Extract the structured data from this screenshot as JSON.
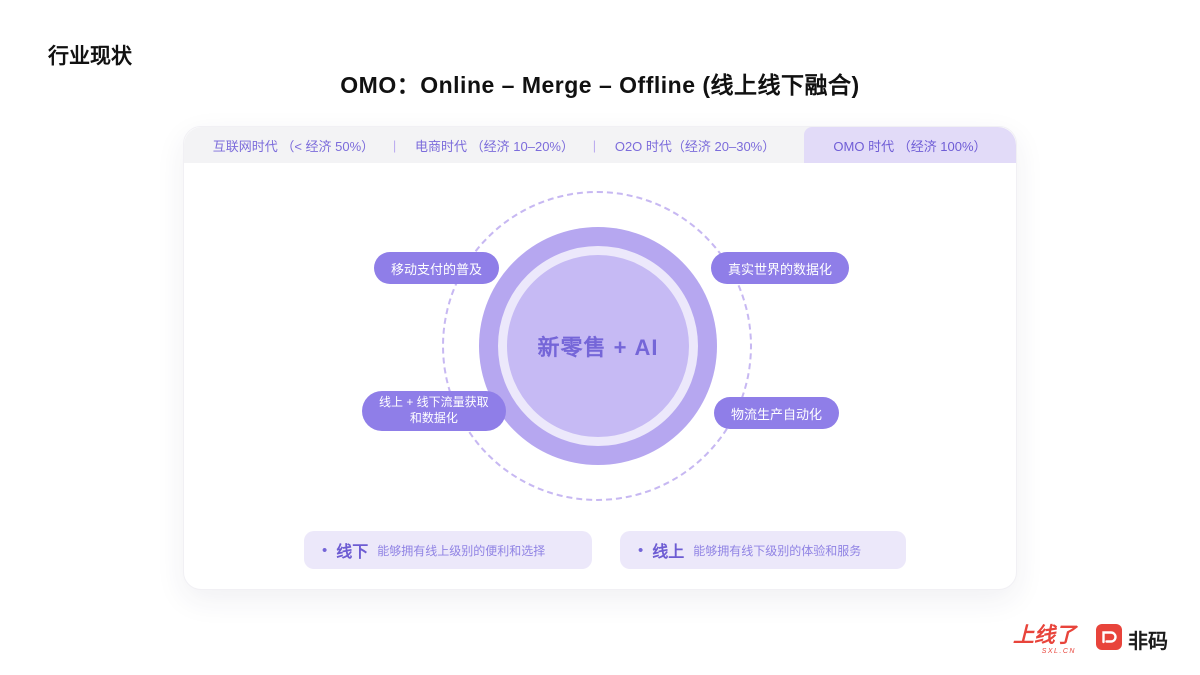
{
  "page": {
    "section_label": "行业现状",
    "title": "OMO：Online – Merge – Offline (线上线下融合)"
  },
  "tabs": {
    "separator": "|",
    "items": [
      {
        "label": "互联网时代 （< 经济 50%）",
        "active": false
      },
      {
        "label": "电商时代 （经济 10–20%）",
        "active": false
      },
      {
        "label": "O2O 时代（经济 20–30%）",
        "active": false
      },
      {
        "label": "OMO 时代 （经济 100%）",
        "active": true
      }
    ]
  },
  "diagram": {
    "center_label": "新零售 + AI",
    "pills": {
      "top_left": "移动支付的普及",
      "top_right": "真实世界的数据化",
      "bottom_left_line1": "线上 + 线下流量获取",
      "bottom_left_line2": "和数据化",
      "bottom_right": "物流生产自动化"
    }
  },
  "notes": [
    {
      "bullet": "•",
      "term": "线下",
      "desc": "能够拥有线上级别的便利和选择"
    },
    {
      "bullet": "•",
      "term": "线上",
      "desc": "能够拥有线下级别的体验和服务"
    }
  ],
  "footer": {
    "logo_sxl": "上线了",
    "logo_sxl_sub": "SXL.CN",
    "logo_feima": "非码"
  },
  "colors": {
    "accent_purple": "#7566D8",
    "pill_purple": "#8F7EE8",
    "ring_purple": "#B6A7F0",
    "inner_purple": "#C6BAF4",
    "tab_bg": "#F3F3F5",
    "tab_active_bg": "#E2DBF8",
    "note_bg": "#ECE8FA",
    "logo_red": "#E8443B"
  }
}
